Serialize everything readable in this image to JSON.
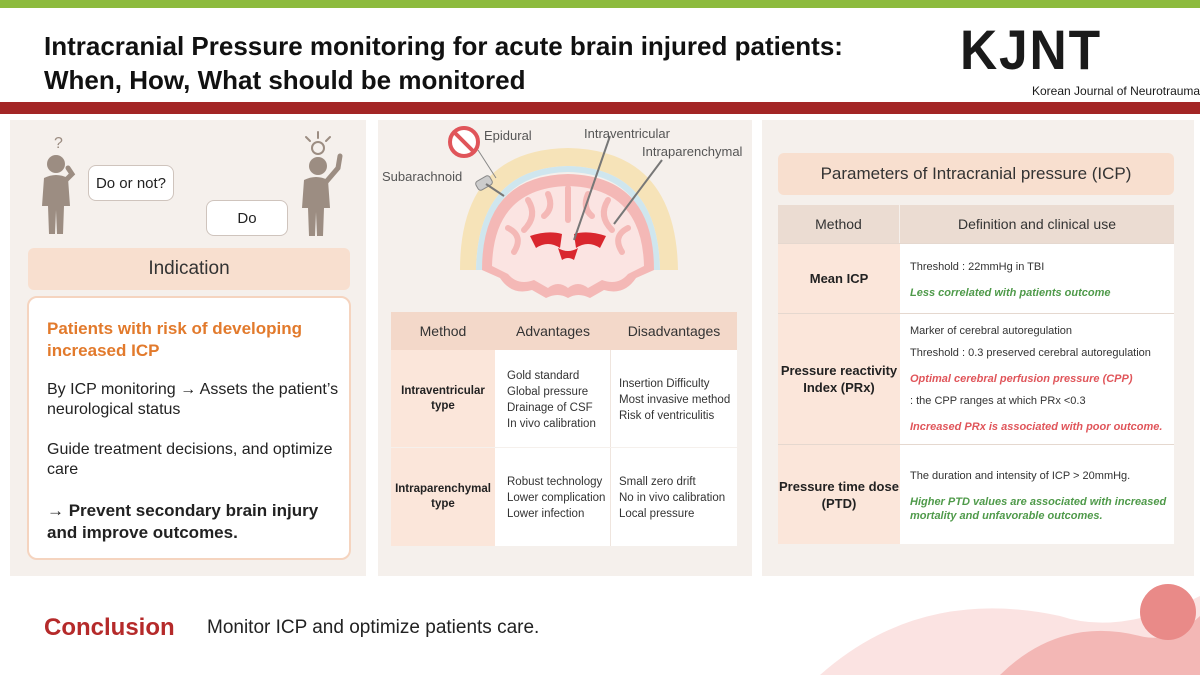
{
  "header": {
    "title_line1": "Intracranial Pressure monitoring for acute brain injured patients:",
    "title_line2": "When, How, What should be monitored",
    "logo": "KJNT",
    "logo_sub": "Korean Journal of Neurotrauma"
  },
  "colors": {
    "top_bar": "#8dbb3e",
    "red_bar": "#a32626",
    "accent_orange": "#e27a2c",
    "accent_green": "#4f9a4a",
    "accent_red": "#e0555a"
  },
  "indication": {
    "question_mark": "?",
    "bubble_question": "Do or not?",
    "bubble_answer": "Do",
    "header": "Indication",
    "risk": "Patients with risk of developing increased ICP",
    "text1": "By ICP monitoring → Assets the patient’s neurological status",
    "text2": "Guide treatment decisions, and optimize care",
    "text3": "→ Prevent secondary brain injury and improve outcomes."
  },
  "methods": {
    "labels": {
      "epidural": "Epidural",
      "subarachnoid": "Subarachnoid",
      "intraventricular": "Intraventricular",
      "intraparenchymal": "Intraparenchymal"
    },
    "columns": [
      "Method",
      "Advantages",
      "Disadvantages"
    ],
    "rows": [
      {
        "name": "Intraventricular type",
        "advantages": [
          "Gold standard",
          "Global pressure",
          "Drainage of CSF",
          "In vivo calibration"
        ],
        "disadvantages": [
          "Insertion Difficulty",
          "Most invasive method",
          "Risk of ventriculitis"
        ]
      },
      {
        "name": "Intraparenchymal type",
        "advantages": [
          "Robust technology",
          "Lower complication",
          "Lower infection"
        ],
        "disadvantages": [
          "Small zero drift",
          "No in vivo calibration",
          "Local pressure"
        ]
      }
    ]
  },
  "parameters": {
    "title": "Parameters of Intracranial pressure (ICP)",
    "columns": [
      "Method",
      "Definition and clinical use"
    ],
    "rows": [
      {
        "name": "Mean ICP",
        "lines": [
          "Threshold : 22mmHg in TBI",
          "Less correlated with patients outcome"
        ]
      },
      {
        "name": "Pressure reactivity Index (PRx)",
        "lines": [
          "Marker of cerebral autoregulation",
          "Threshold : 0.3 preserved cerebral autoregulation",
          "Optimal cerebral perfusion pressure (CPP)",
          ": the CPP ranges at which PRx <0.3",
          "Increased PRx is associated with poor outcome."
        ]
      },
      {
        "name": "Pressure time dose (PTD)",
        "lines": [
          "The duration and intensity of ICP > 20mmHg.",
          "Higher PTD values are associated with increased mortality and unfavorable outcomes."
        ]
      }
    ]
  },
  "conclusion": {
    "label": "Conclusion",
    "text": "Monitor ICP and optimize patients care."
  }
}
